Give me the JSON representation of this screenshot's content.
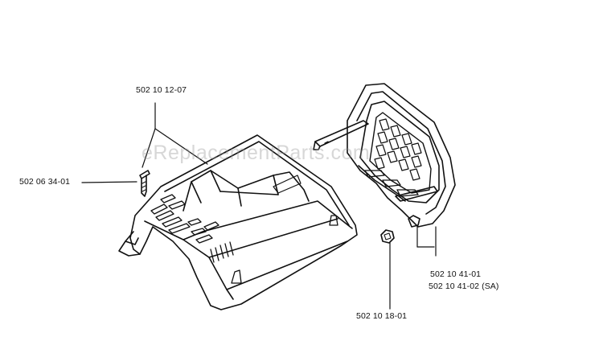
{
  "diagram": {
    "watermark": "eReplacementParts.com",
    "colors": {
      "line": "#111111",
      "background": "#ffffff"
    },
    "part_labels": [
      {
        "id": "top-cover",
        "text": "502 10 12-07"
      },
      {
        "id": "screw",
        "text": "502 06 34-01"
      },
      {
        "id": "air-filter-1",
        "text": "502 10 41-01"
      },
      {
        "id": "air-filter-2",
        "text": "502 10 41-02 (SA)"
      },
      {
        "id": "nut",
        "text": "502 10 18-01"
      }
    ]
  }
}
